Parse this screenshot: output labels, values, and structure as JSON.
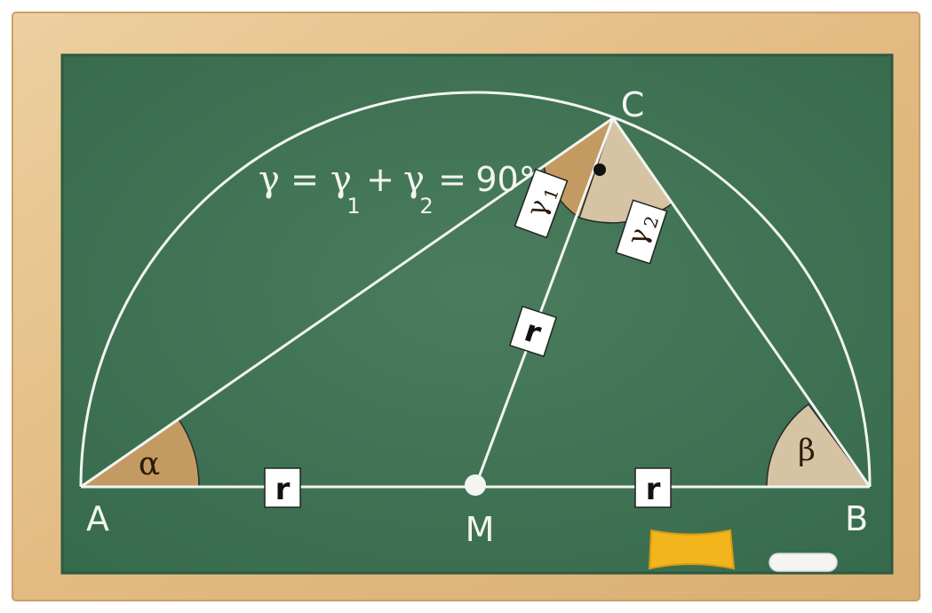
{
  "colors": {
    "frame": "#e7c48f",
    "frame_dark": "#c99a5c",
    "board": "#3f7254",
    "chalk": "#f2f5f0",
    "angle_dark": "#c49a63",
    "angle_light": "#d6c3a3",
    "sponge": "#f2b51c"
  },
  "points": {
    "A": "A",
    "B": "B",
    "C": "C",
    "M": "M"
  },
  "angles": {
    "alpha": "α",
    "beta": "β"
  },
  "radius_label": "r",
  "formula": {
    "gamma": "γ",
    "eq1": "=",
    "g1": "γ",
    "sub1": "1",
    "plus": "+",
    "g2": "γ",
    "sub2": "2",
    "eq2": "=",
    "value": "90°"
  },
  "tag_gamma1": {
    "g": "γ",
    "sub": "1"
  },
  "tag_gamma2": {
    "g": "γ",
    "sub": "2"
  }
}
